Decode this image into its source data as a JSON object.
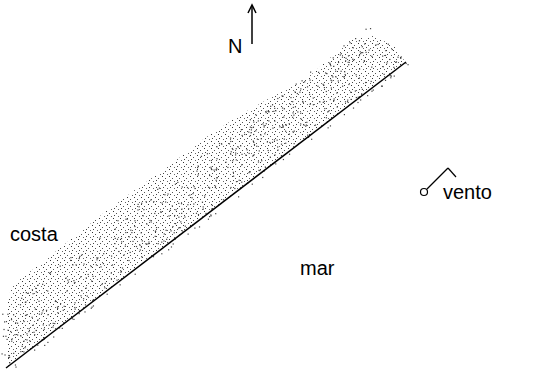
{
  "diagram": {
    "labels": [
      "N",
      "costa",
      "mar",
      "vento"
    ]
  }
}
